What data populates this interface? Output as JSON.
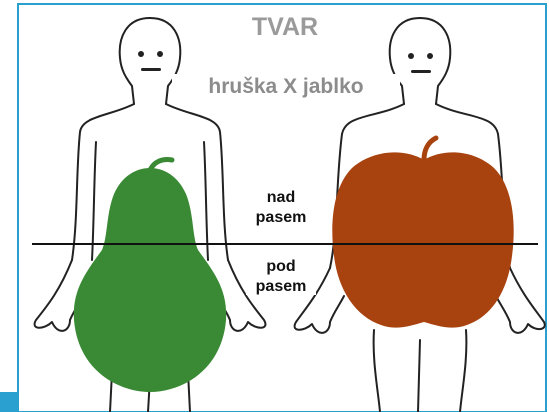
{
  "title": "TVAR",
  "subtitle": "hruška X jablko",
  "zones": {
    "above": [
      "nad",
      "pasem"
    ],
    "below": [
      "pod",
      "pasem"
    ]
  },
  "shapes": [
    {
      "name": "pear",
      "color": "#3a8a35"
    },
    {
      "name": "apple",
      "color": "#a8420e"
    }
  ],
  "colors": {
    "frame_border": "#2aa0d0",
    "outline": "#222222",
    "waist_line": "#111111",
    "title_text": "#9a9a9a"
  }
}
